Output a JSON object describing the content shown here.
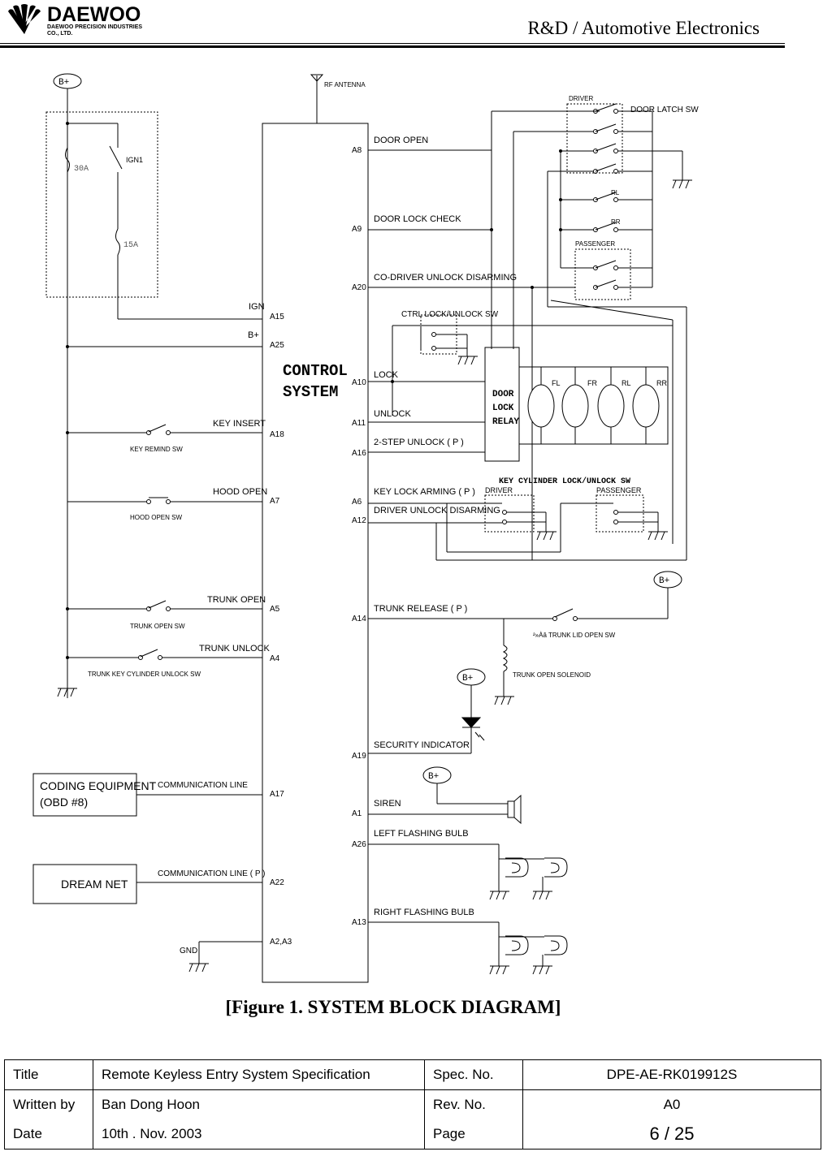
{
  "header": {
    "brand": "DAEWOO",
    "brand_sub": [
      "DAEWOO PRECISION INDUSTRIES",
      "CO., LTD."
    ],
    "department": "R&D / Automotive Electronics"
  },
  "diagram": {
    "control_system": [
      "CONTROL",
      "SYSTEM"
    ],
    "rf_antenna": "RF ANTENNA",
    "bplus": "B+",
    "fuse_30": "30A",
    "fuse_15": "15A",
    "ign1": "IGN1",
    "left_pins": {
      "ign": "IGN",
      "bplus": "B+",
      "key_insert": "KEY INSERT",
      "hood_open": "HOOD OPEN",
      "trunk_open": "TRUNK OPEN",
      "trunk_unlock": "TRUNK UNLOCK",
      "comm": "COMMUNICATION LINE",
      "comm_p": "COMMUNICATION LINE ( P )",
      "gnd": "GND"
    },
    "left_pin_ids": {
      "a15": "A15",
      "a25": "A25",
      "a18": "A18",
      "a7": "A7",
      "a5": "A5",
      "a4": "A4",
      "a17": "A17",
      "a22": "A22",
      "a23": "A2,A3"
    },
    "left_switches": {
      "key_remind": "KEY REMIND SW",
      "hood_open_sw": "HOOD OPEN SW",
      "trunk_open_sw": "TRUNK OPEN SW",
      "trunk_key_cyl": "TRUNK KEY CYLINDER UNLOCK SW"
    },
    "boxes": {
      "coding_1": "CODING EQUIPMENT",
      "coding_2": "(OBD #8)",
      "dream": "DREAM NET"
    },
    "right_pins": {
      "a8": "A8",
      "a9": "A9",
      "a20": "A20",
      "a10": "A10",
      "a11": "A11",
      "a16": "A16",
      "a6": "A6",
      "a12": "A12",
      "a14": "A14",
      "a19": "A19",
      "a1": "A1",
      "a26": "A26",
      "a13": "A13"
    },
    "right_labels": {
      "door_open": "DOOR OPEN",
      "door_lock_check": "DOOR LOCK CHECK",
      "co_driver": "CO-DRIVER UNLOCK DISARMING",
      "lock": "LOCK",
      "unlock": "UNLOCK",
      "two_step": "2-STEP UNLOCK ( P )",
      "key_lock_arming": "KEY LOCK ARMING ( P )",
      "driver_unlock": "DRIVER UNLOCK DISARMING",
      "trunk_release": "TRUNK RELEASE ( P )",
      "security": "SECURITY INDICATOR",
      "siren": "SIREN",
      "left_flash": "LEFT FLASHING BULB",
      "right_flash": "RIGHT FLASHING BULB"
    },
    "door_sw": {
      "driver": "DRIVER",
      "latch": "DOOR LATCH SW",
      "rl": "RL",
      "rr": "RR",
      "passenger": "PASSENGER"
    },
    "ctrl_sw": "CTRL LOCK/UNLOCK SW",
    "relay": [
      "DOOR",
      "LOCK",
      "RELAY"
    ],
    "motors": [
      "FL",
      "FR",
      "RL",
      "RR"
    ],
    "key_cyl": {
      "title": "KEY CYLINDER LOCK/UNLOCK SW",
      "driver": "DRIVER",
      "passenger": "PASSENGER"
    },
    "trunk_lid": "²»Àâ TRUNK LID OPEN SW",
    "trunk_solenoid": "TRUNK OPEN SOLENOID"
  },
  "caption": "[Figure 1. SYSTEM BLOCK DIAGRAM]",
  "footer": {
    "title_label": "Title",
    "title_value": "Remote Keyless Entry System Specification",
    "spec_label": "Spec. No.",
    "spec_value": "DPE-AE-RK019912S",
    "written_label": "Written by",
    "written_value": "Ban Dong Hoon",
    "rev_label": "Rev. No.",
    "rev_value": "A0",
    "date_label": "Date",
    "date_value": "10th . Nov. 2003",
    "page_label": "Page",
    "page_value": "6 / 25"
  }
}
